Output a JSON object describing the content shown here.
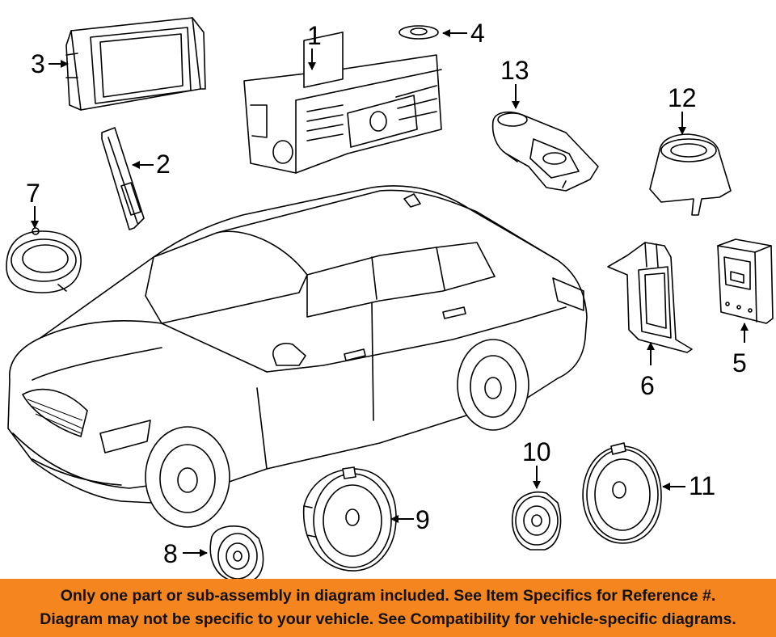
{
  "callouts": [
    "1",
    "2",
    "3",
    "4",
    "5",
    "6",
    "7",
    "8",
    "9",
    "10",
    "11",
    "12",
    "13"
  ],
  "colors": {
    "banner": "#f5851f",
    "line": "#000000",
    "background": "#ffffff"
  },
  "notice": {
    "line1": "Only one part or sub-assembly in diagram included. See Item Specifics for Reference #.",
    "line2": "Diagram may not be specific to your vehicle. See Compatibility for vehicle-specific diagrams."
  }
}
